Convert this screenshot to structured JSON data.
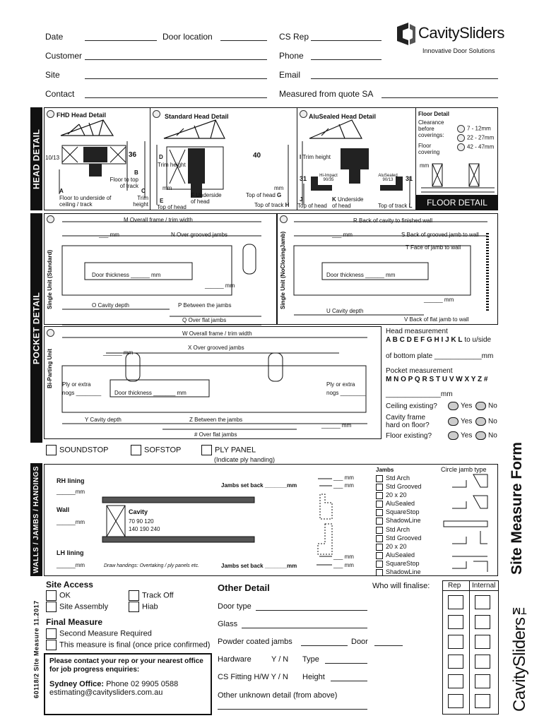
{
  "header": {
    "date": "Date",
    "door_location": "Door location",
    "cs_rep": "CS Rep",
    "customer": "Customer",
    "phone": "Phone",
    "site": "Site",
    "email": "Email",
    "contact": "Contact",
    "measured": "Measured from quote SA"
  },
  "logo": {
    "brand": "CavitySliders",
    "tagline": "Innovative Door Solutions"
  },
  "head_detail": {
    "section": "HEAD DETAIL",
    "fhd": {
      "title": "FHD Head Detail",
      "d1013": "10/13",
      "d36": "36",
      "b": "B",
      "b_text": "Floor to top of track",
      "a": "A",
      "a_text": "Floor to underside of ceiling / track",
      "c": "C",
      "c_text": "Trim height"
    },
    "standard": {
      "title": "Standard Head Detail",
      "d": "D",
      "d_text": "Trim height",
      "d40": "40",
      "mm1": "mm",
      "mm2": "mm",
      "e": "E",
      "e_text": "Top of head",
      "f": "F",
      "f_text": "Underside of head",
      "g_text": "Top of head",
      "g": "G",
      "h_text": "Top of track",
      "h": "H"
    },
    "alusealed": {
      "title": "AluSealed Head Detail",
      "i": "I",
      "i_text": "Trim height",
      "d31a": "31",
      "d31b": "31",
      "hi": "Hi-Impact 90/35",
      "alu": "AluSealed 90/13",
      "j": "J",
      "j_text": "Top of head",
      "k": "K",
      "k_text": "Underside of head",
      "l_text": "Top of track",
      "l": "L"
    },
    "floor": {
      "title": "Floor Detail",
      "clearance": "Clearance before coverings:",
      "opt1": "7 - 12mm",
      "opt2": "22 - 27mm",
      "opt3": "42 - 47mm",
      "covering": "Floor covering",
      "mm": "mm",
      "banner": "FLOOR DETAIL"
    }
  },
  "pocket": {
    "section": "POCKET DETAIL",
    "single_std": {
      "label": "Single Unit (Standard)",
      "m": "M Overall frame / trim width",
      "mm": "___ mm",
      "n": "N Over grooved jambs",
      "door_thickness": "Door thickness ______ mm",
      "mm2": "______ mm",
      "o": "O Cavity depth",
      "p": "P Between the jambs",
      "q": "Q Over flat jambs"
    },
    "single_ncj": {
      "label": "Single Unit (NoClosingJamb)",
      "r": "R Back of cavity to finished wall",
      "mm": "___ mm",
      "s": "S Back of grooved jamb to wall",
      "t": "T Face of jamb to wall",
      "door_thickness": "Door thickness ______ mm",
      "mm2": "______ mm",
      "u": "U Cavity depth",
      "v": "V Back of flat jamb to wall"
    },
    "biparting": {
      "label": "Bi-Parting Unit",
      "w": "W Overall frame / trim width",
      "x": "X Over grooved jambs",
      "mm": "______ mm",
      "ply_l": "Ply or extra",
      "nogs_l": "nogs ________",
      "door_thickness": "Door thickness _______ mm",
      "ply_r": "Ply or extra",
      "nogs_r": "nogs ________",
      "y": "Y Cavity depth",
      "z": "Z Between the jambs",
      "mm2": "______ mm",
      "hash": "# Over flat jambs"
    },
    "right": {
      "head_meas": "Head measurement",
      "head_letters": "A B C D E F G H I J K L",
      "to_uside": "to u/side",
      "bottom_plate": "of bottom plate ____________mm",
      "pocket_meas": "Pocket measurement",
      "pocket_letters": "M N O P Q R S T U V W X Y Z #",
      "mm": "______________mm",
      "ceiling": "Ceiling existing?",
      "cavity_frame": "Cavity frame hard on floor?",
      "floor_exist": "Floor existing?",
      "yes": "Yes",
      "no": "No"
    }
  },
  "options": {
    "soundstop": "SOUNDSTOP",
    "sofstop": "SOFSTOP",
    "ply": "PLY PANEL",
    "ply_note": "(Indicate ply handing)"
  },
  "walls": {
    "section": "WALLS / JAMBS / HANDINGS",
    "rh": "RH lining",
    "rh_mm": "______mm",
    "wall": "Wall",
    "wall_mm": "______mm",
    "lh": "LH lining",
    "lh_mm": "______mm",
    "setback_top": "Jambs set back _______mm",
    "setback_bot": "Jambs set back _______mm",
    "cavity": "Cavity",
    "cav1": "70  90  120",
    "cav2": "140  190  240",
    "draw": "Draw handings: Overtaking / ply panels etc.",
    "mm": "___ mm",
    "jambs": "Jambs",
    "circle": "Circle jamb type",
    "jamb_types": [
      "Std Arch",
      "Std Grooved",
      "20 x 20",
      "AluSealed",
      "SquareStop",
      "ShadowLine"
    ]
  },
  "site_access": {
    "title": "Site Access",
    "ok": "OK",
    "track_off": "Track Off",
    "assembly": "Site Assembly",
    "hiab": "Hiab"
  },
  "final": {
    "title": "Final Measure",
    "second": "Second Measure Required",
    "final": "This measure is final (once price confirmed)"
  },
  "contact_box": {
    "note": "Please contact your rep or your nearest office for job progress enquiries:",
    "office": "Sydney Office:",
    "phone": "Phone 02 9905 0588",
    "email": "estimating@cavitysliders.com.au"
  },
  "other": {
    "title": "Other Detail",
    "door_type": "Door type",
    "glass": "Glass",
    "powder": "Powder coated jambs",
    "door": "Door",
    "hardware": "Hardware",
    "yn": "Y / N",
    "type": "Type",
    "fitting": "CS Fitting H/W Y / N",
    "height": "Height",
    "unknown": "Other unknown detail (from above)"
  },
  "finalise": {
    "title": "Who will finalise:",
    "rep": "Rep",
    "internal": "Internal"
  },
  "side": {
    "form": "Site Measure Form",
    "brand": "CavitySliders™",
    "code": "60118/2 Site Measure 11.2017"
  }
}
